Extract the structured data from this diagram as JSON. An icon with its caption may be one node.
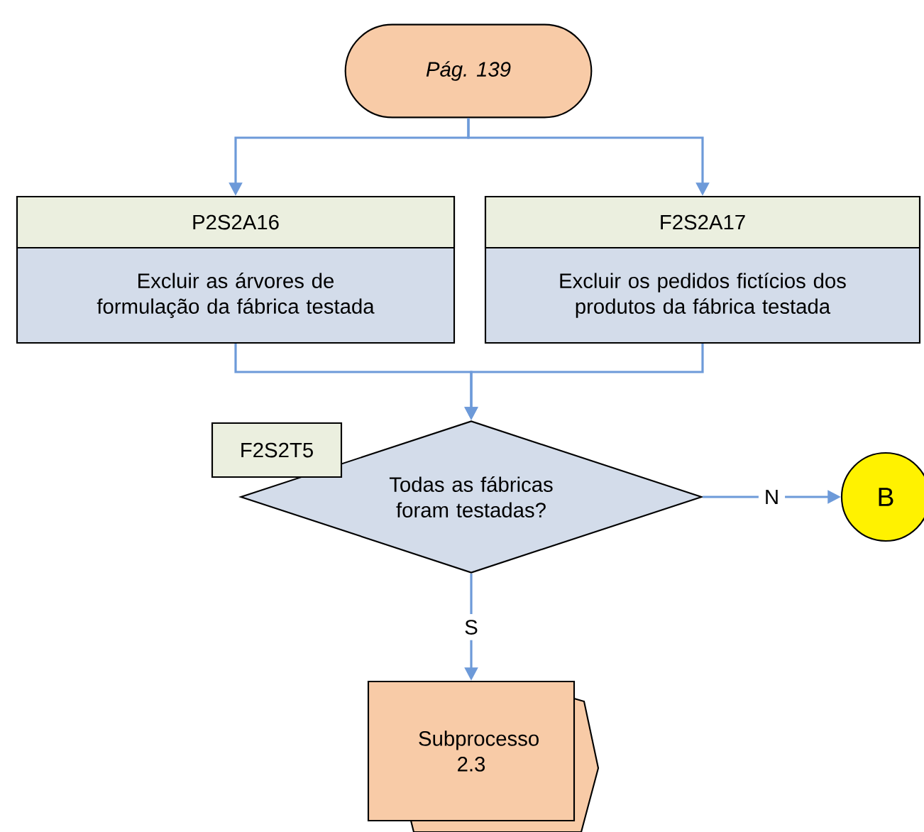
{
  "diagram": {
    "nodes": [
      {
        "text": [
          "Pág. 139"
        ]
      },
      {
        "text": [
          "P2S2A16",
          "Excluir as árvores de formulação da fábrica testada"
        ]
      },
      {
        "text": [
          "F2S2A17",
          "Excluir os pedidos fictícios dos produtos da fábrica testada"
        ]
      },
      {
        "text": [
          "Todas as fábricas foram testadas?"
        ]
      },
      {
        "text": [
          "F2S2T5"
        ]
      },
      {
        "text": [
          "B"
        ]
      },
      {
        "text": [
          "Subprocesso 2.3"
        ]
      }
    ],
    "edges": [
      {
        "from": 0,
        "to": 1,
        "arrow": "to"
      },
      {
        "from": 0,
        "to": 2,
        "arrow": "to"
      },
      {
        "from": 1,
        "to": 3,
        "arrow": "to"
      },
      {
        "from": 2,
        "to": 3,
        "arrow": "to"
      },
      {
        "from": 3,
        "to": 5,
        "arrow": "to",
        "label": "N"
      },
      {
        "from": 3,
        "to": 6,
        "arrow": "to",
        "label": "S"
      }
    ]
  }
}
